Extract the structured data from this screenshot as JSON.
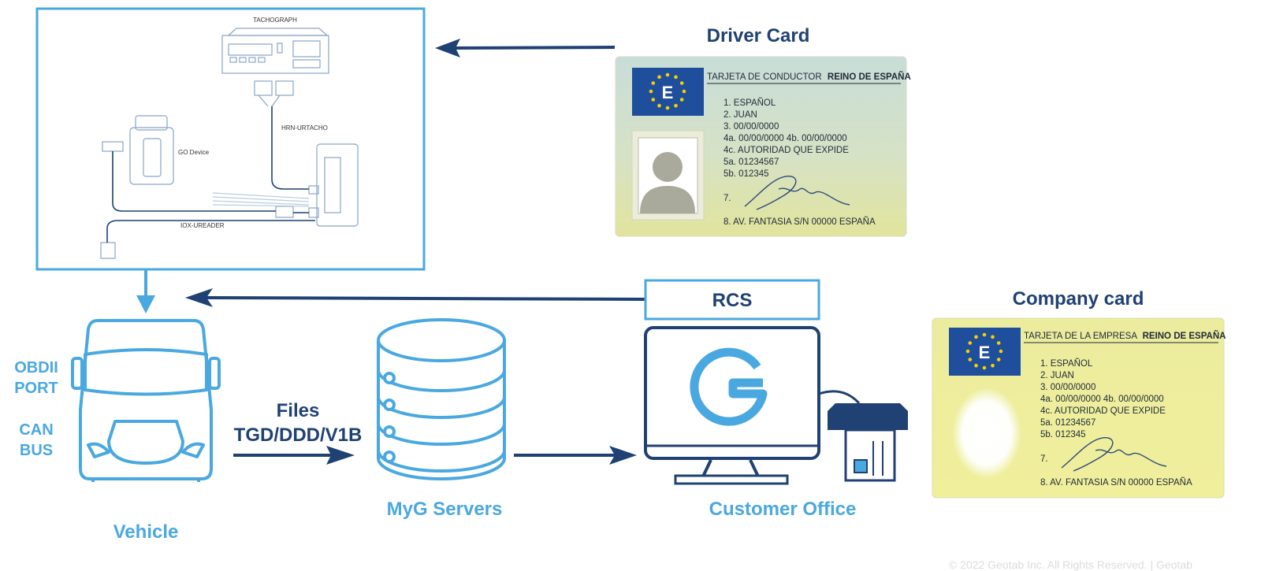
{
  "colors": {
    "dark_blue": "#1f4173",
    "light_blue": "#4aa8e0",
    "eu_blue": "#1f4f9c",
    "eu_star": "#f5d000"
  },
  "install": {
    "tachograph_label": "TACHOGRAPH",
    "harness_label": "HRN-URTACHO",
    "go_label": "GO Device",
    "reader_label": "IOX-UREADER"
  },
  "driver_card": {
    "title": "Driver Card",
    "eu_letter": "E",
    "header_prefix": "TARJETA DE CONDUCTOR",
    "header_bold": "REINO DE ESPAÑA",
    "lines": [
      "1. ESPAÑOL",
      "2. JUAN",
      "3. 00/00/0000",
      "4a. 00/00/0000  4b. 00/00/0000",
      "4c. AUTORIDAD QUE EXPIDE",
      "5a. 01234567",
      "5b. 012345",
      "7.",
      "8. AV. FANTASIA S/N 00000 ESPAÑA"
    ]
  },
  "company_card": {
    "title": "Company card",
    "eu_letter": "E",
    "header_prefix": "TARJETA DE LA EMPRESA",
    "header_bold": "REINO DE ESPAÑA",
    "lines": [
      "1. ESPAÑOL",
      "2. JUAN",
      "3. 00/00/0000",
      "4a. 00/00/0000  4b. 00/00/0000",
      "4c. AUTORIDAD QUE EXPIDE",
      "5a. 01234567",
      "5b. 012345",
      "7.",
      "8. AV. FANTASIA S/N 00000 ESPAÑA"
    ]
  },
  "vehicle": {
    "ports": [
      "OBDII",
      "PORT",
      "CAN",
      "BUS"
    ],
    "label": "Vehicle"
  },
  "files": {
    "line1": "Files",
    "line2": "TGD/DDD/V1B"
  },
  "servers": {
    "label": "MyG Servers"
  },
  "rcs": {
    "label": "RCS"
  },
  "office": {
    "label": "Customer Office"
  },
  "footer": {
    "copyright": "© 2022 Geotab Inc. All Rights Reserved. | Geotab"
  }
}
